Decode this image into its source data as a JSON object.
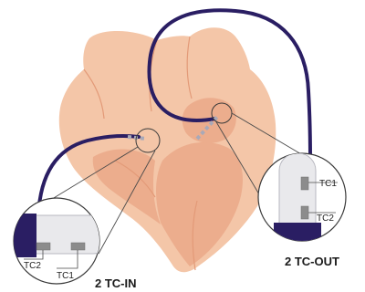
{
  "colors": {
    "heart_outer": "#f4c6a8",
    "heart_inner": "#ecad8d",
    "heart_line": "#e39a78",
    "catheter": "#2a1e63",
    "electrode": "#a9a9b8",
    "lens_fill": "#ffffff",
    "lens_stroke": "#3a3a3a",
    "sensor": "#8c8c8c",
    "pointer_line": "#4a4a4a"
  },
  "labels": {
    "in_tc2": "TC2",
    "in_tc1": "TC1",
    "out_tc1": "TC1",
    "out_tc2": "TC2",
    "caption_in": "2 TC-IN",
    "caption_out": "2 TC-OUT"
  },
  "icons": {
    "heart": "heart-illustration-icon",
    "catheter_tip_in": "catheter-tip-icon",
    "catheter_tip_out": "catheter-tip-icon",
    "sensor": "thermocouple-sensor-icon"
  }
}
